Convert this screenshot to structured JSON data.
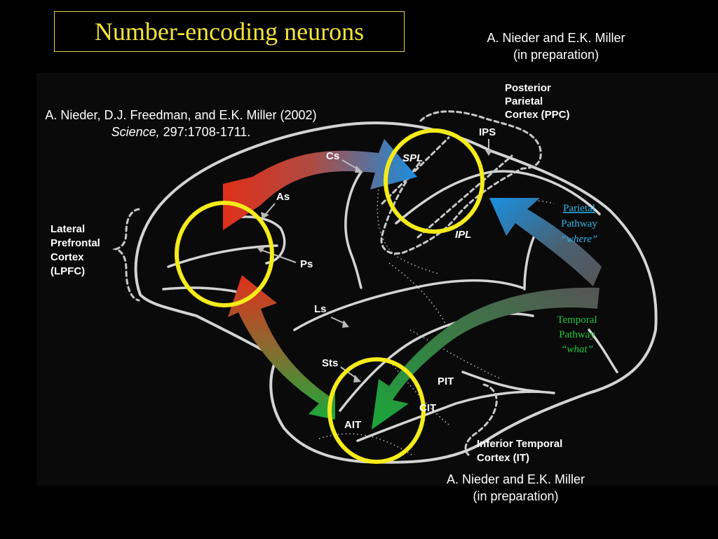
{
  "slide": {
    "title": "Number-encoding neurons"
  },
  "citations": {
    "top_left_line1": "A. Nieder, D.J. Freedman, and E.K. Miller (2002)",
    "top_left_journal": "Science,",
    "top_left_volume": " 297:1708-1711.",
    "top_right_line1": "A. Nieder and E.K. Miller",
    "top_right_line2": "(in preparation)",
    "bottom_line1": "A. Nieder and E.K. Miller",
    "bottom_line2": "(in preparation)"
  },
  "diagram": {
    "region_labels": {
      "ppc_1": "Posterior",
      "ppc_2": "Parietal",
      "ppc_3": "Cortex (PPC)",
      "lpfc_1": "Lateral",
      "lpfc_2": "Prefrontal",
      "lpfc_3": "Cortex",
      "lpfc_4": "(LPFC)",
      "it_1": "Inferior Temporal",
      "it_2": "Cortex (IT)"
    },
    "sulcus_labels": {
      "ips": "IPS",
      "spl": "SPL",
      "cs": "Cs",
      "as": "As",
      "ps": "Ps",
      "ipl": "IPL",
      "ls": "Ls",
      "sts": "Sts",
      "pit": "PIT",
      "cit": "CIT",
      "ait": "AIT"
    },
    "pathways": {
      "parietal_1": "Parietal",
      "parietal_2": "Pathway",
      "parietal_3": "“where”",
      "temporal_1": "Temporal",
      "temporal_2": "Pathway",
      "temporal_3": "“what”"
    },
    "colors": {
      "highlight_circle": "#f5eb1a",
      "parietal_label": "#2fb4e8",
      "temporal_label": "#22c63a",
      "title": "#f3e43a",
      "arrow_red": "#e0301a",
      "arrow_blue": "#1a8fe0",
      "arrow_green": "#1aa83a"
    }
  }
}
